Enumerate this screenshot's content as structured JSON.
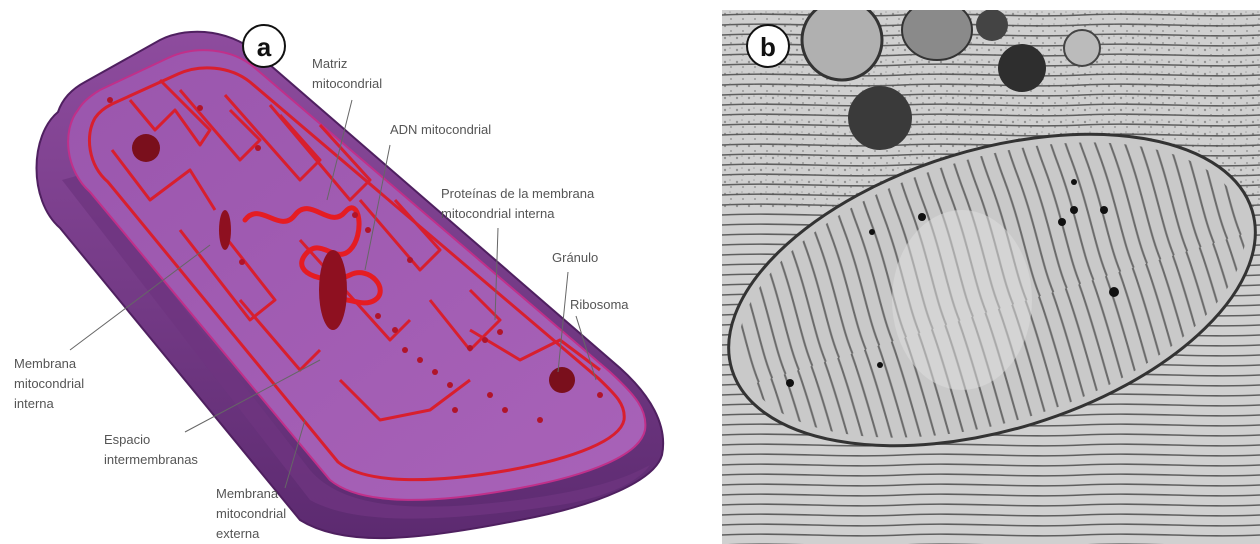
{
  "panels": {
    "a": {
      "badge": "a",
      "labels": {
        "matriz_l1": "Matriz",
        "matriz_l2": "mitocondrial",
        "adn": "ADN mitocondrial",
        "proteinas_l1": "Proteínas de la membrana",
        "proteinas_l2": "mitocondrial interna",
        "granulo": "Gránulo",
        "ribosoma": "Ribosoma",
        "interna_l1": "Membrana",
        "interna_l2": "mitocondrial",
        "interna_l3": "interna",
        "espacio_l1": "Espacio",
        "espacio_l2": "intermembranas",
        "externa_l1": "Membrana",
        "externa_l2": "mitocondrial",
        "externa_l3": "externa"
      }
    },
    "b": {
      "badge": "b"
    }
  },
  "colors": {
    "outer_membrane": "#8a4a9a",
    "matrix": "#a35bb5",
    "cristae": "#d81f2e",
    "dna": "#e51c23",
    "label_text": "#555555",
    "leader_line": "#666666",
    "micrograph_bg": "#d0d0d0",
    "micrograph_dark": "#3a3a3a"
  }
}
